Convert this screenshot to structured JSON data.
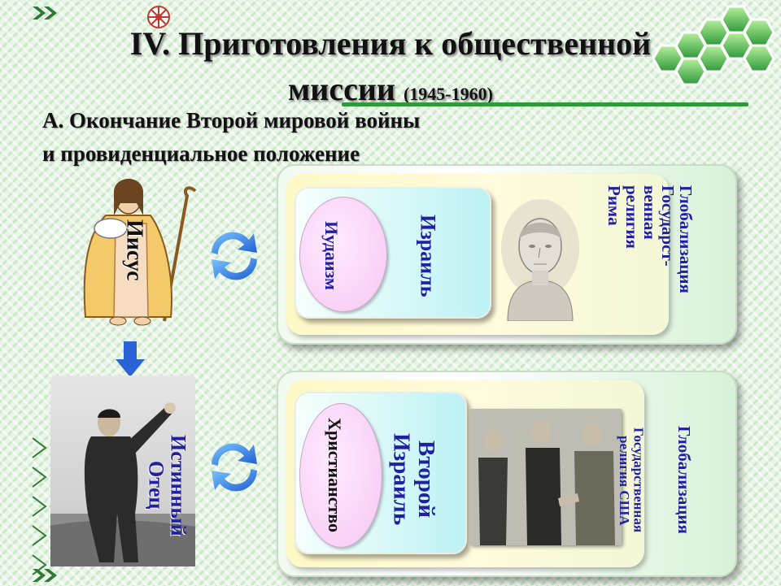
{
  "title": {
    "line1": "IV. Приготовления к общественной",
    "line2": "миссии",
    "years": "(1945-1960)"
  },
  "subtitle": {
    "line1": "А. Окончание Второй мировой войны",
    "line2": "и провиденциальное положение"
  },
  "top_row": {
    "figure_label": "Иисус",
    "israel_label": "Израиль",
    "religion_label": "Иудаизм",
    "globalization_label": "Глобализация\nГосударст-\nвенная\nрелигия\nРима"
  },
  "bottom_row": {
    "figure_label": "Истинный\nОтец",
    "israel_label": "Второй\nИзраиль",
    "religion_label": "Христианство",
    "globalization_title": "Глобализация",
    "globalization_label": "Государственная\nрелигия США"
  },
  "colors": {
    "text_blue": "#2020a0",
    "arrow_blue": "#2a63d6",
    "accent_green": "#2e9a3a"
  },
  "icons": [
    "logo-icon",
    "hexagon-cluster-icon",
    "cycle-arrows-icon",
    "down-arrow-icon",
    "double-chevron-icon"
  ]
}
